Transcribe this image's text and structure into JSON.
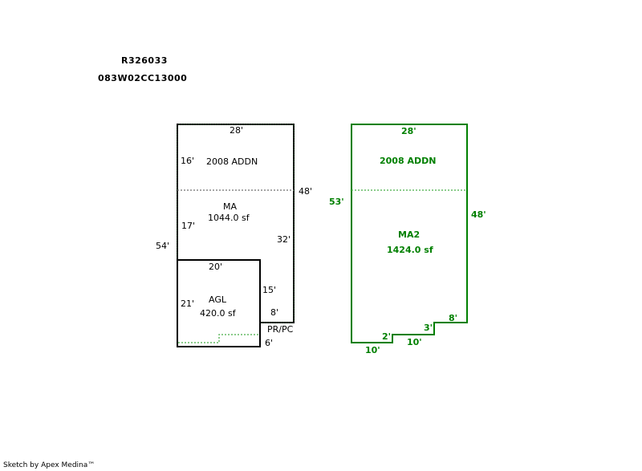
{
  "header": {
    "parcel_id": "R326033",
    "map_number": "083W02CC13000"
  },
  "colors": {
    "outline": "#000000",
    "green": "#008000",
    "dotted_gray": "#808080",
    "dotted_green": "#66bb66"
  },
  "left_sketch": {
    "top": "28'",
    "addn_left": "16'",
    "addn_label": "2008 ADDN",
    "right_upper": "48'",
    "ma_label": "MA",
    "ma_area": "1044.0 sf",
    "ma_left": "17'",
    "ma_right": "32'",
    "overall_left": "54'",
    "agl_top": "20'",
    "agl_left": "21'",
    "agl_label": "AGL",
    "agl_area": "420.0 sf",
    "agl_right": "15'",
    "porch_height": "8'",
    "porch_label": "PR/PC",
    "porch_width": "6'"
  },
  "right_sketch": {
    "top": "28'",
    "addn_label": "2008 ADDN",
    "left": "53'",
    "right": "48'",
    "label": "MA2",
    "area": "1424.0 sf",
    "step1_width": "10'",
    "step1_rise": "2'",
    "step2_width": "10'",
    "step2_rise": "3'",
    "step3_width": "8'"
  },
  "footer": "Sketch by Apex Medina™"
}
